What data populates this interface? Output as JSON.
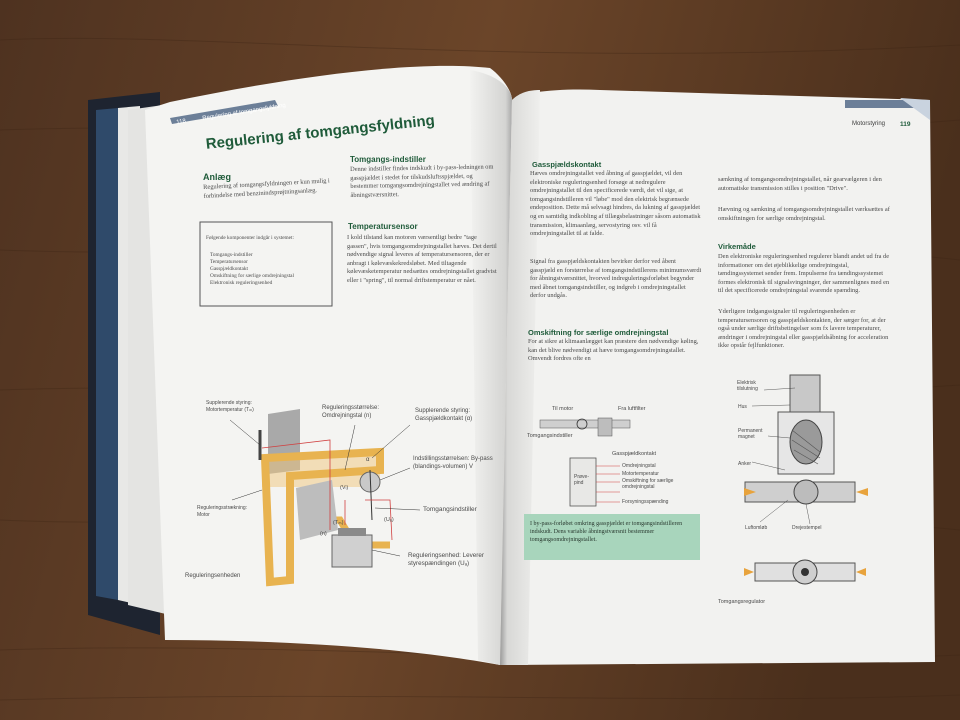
{
  "left_page": {
    "running_head": "Regulering af tomgangsfyldning",
    "page_number": "118",
    "title": "Regulering af tomgangsfyldning",
    "section_anlaeg": {
      "heading": "Anlæg",
      "text": "Regulering af tomgangsfyldningen er kun mulig i forbindelse med benzinindsprøjtningsanlæg."
    },
    "box": {
      "intro": "Følgende komponenter indgår i systemet:",
      "items": [
        "Tomgangs-indstiller",
        "Temperatursensor",
        "Gasspjældkontakt",
        "Omskiftning for særlige omdrejningstal",
        "Elektronisk reguleringsenhed"
      ]
    },
    "section_indstiller": {
      "heading": "Tomgangs-indstiller",
      "text": "Denne indstiller findes indskudt i by-pass-ledningen om gasspjældet i stedet for tilskudsluftsspjældet, og bestemmer tomgangsomdrejningstallet ved ændring af åbningstværsnittet."
    },
    "section_temperatur": {
      "heading": "Temperatursensor",
      "text": "I kold tilstand kan motoren værsentligt bedre \"tage gassen\", hvis tomgangsomdrejningstallet hæves. Det dertil nødvendige signal leveres af temperatursensoren, der er anbragt i kølevæskekredsløbet. Med tiltagende kølevæsketemperatur nedsættes omdrejningstallet gradvist eller i \"spring\", til normal driftstemperatur er nået."
    },
    "diagram_labels": {
      "supplerende_motor": "Supplerende styring: Motortemperatur (Tₘ)",
      "regulering_omdrejning": "Reguleringsstørrelse: Omdrejningstal (n)",
      "supplerende_gasspjaeld": "Supplerende styring: Gasspjældkontakt (α)",
      "indstilling_bypass": "Indstillingsstørrelsen: By-pass (blandings-volumen) V",
      "reguleringsstraekning": "Reguleringsstrækning: Motor",
      "tomgangsindstiller": "Tomgangsindstiller",
      "reguleringsenhed": "Reguleringsenhed: Leverer styrespændingen (Uₐ)",
      "sym_alpha": "α",
      "sym_vl": "(Vₗ)",
      "sym_tm": "(Tₘ)",
      "sym_ua": "(Uₐ)",
      "sym_n": "(n)"
    },
    "footer": "Reguleringsenheden"
  },
  "right_page": {
    "running_head": "Motorstyring",
    "page_number": "119",
    "section_gasspjaeld": {
      "heading": "Gasspjældskontakt",
      "text": "Hæves omdrejningstallet ved åbning af gasspjældet, vil den elektroniske reguleringsenhed forsøge at nedregulere omdrejningstallet til den specificerede værdi, det vil sige, at tomgangsindstilleren vil \"løbe\" mod den elektrisk begrænsede endeposition. Dette må selvsagt hindres, da lukning af gasspjældet og en samtidig indkobling af tillægsbelastninger såsom automatisk transmission, klimaanlæg, servostyring osv. vil få omdrejningstallet til at falde.",
      "text2": "Signal fra gasspjældskontakten bevirker derfor ved åbent gasspjæld en forstørrelse af tomgangsindstillerens minimumsværdi for åbningstværsnittet, hvorved indreguleringsforløbet begynder med åbnet tomgangsindstiller, og indgreb i omdrejningstallet derfor undgås."
    },
    "section_omskiftning": {
      "heading": "Omskiftning for særlige omdrejningstal",
      "text": "For at sikre at klimaanlægget kan præstere den nødvendige køling, kan det blive nødvendigt at hæve tomgangsomdrejningstallet. Omvendt fordres ofte en"
    },
    "col2_text": "sænkning af tomgangsomdrejningstallet, når gearvælgeren i den automatiske transmission stilles i position \"Drive\".",
    "col2_text2": "Hævning og sænkning af tomgangsomdrejningstallet værksættes af omskiftningen for særlige omdrejningstal.",
    "section_virkemaade": {
      "heading": "Virkemåde",
      "text": "Den elektroniske reguleringsenhed regulerer blandt andet ud fra de informationer om det øjeblikkelige omdrejningstal, tændingssystemet sender frem. Impulserne fra tændingssystemet formes elektronisk til signalsvingninger, der sammenlignes med en til det specificerede omdrejningstal svarende spænding.",
      "text2": "Yderligere indgangssignaler til reguleringsenheden er temperatursensoren og gasspjældskontakten, der sørger for, at der også under særlige driftsbetingelser som fx lavere temperaturer, ændringer i omdrejningstal eller gasspjældsåbning for acceleration ikke opstår fejlfunktioner."
    },
    "small_diagram": {
      "til_motor": "Til motor",
      "fra_luftfilter": "Fra luftfilter",
      "tomgangsindstiller": "Tomgangsindstiller",
      "gasspjaeldkontakt": "Gasspjældkontakt",
      "provepind": "Prøve-pind",
      "inputs": [
        "Omdrejningstal",
        "Motortemperatur",
        "Omskiftning for særlige omdrejningstal",
        "Forsyningsspænding"
      ]
    },
    "caption": "I by-pass-forløbet omkring gasspjældet er tomgangsindstilleren indskudt. Dens variable åbningstværsnit bestemmer tomgangsomdrejningstallet.",
    "valve_labels": {
      "elektrisk": "Elektrisk tilslutning",
      "hus": "Hus",
      "magnet": "Permanent magnet",
      "anker": "Anker",
      "luftomlob": "Luftomløb",
      "drejestempel": "Drejestempel",
      "footer": "Tomgangsregulator"
    }
  }
}
